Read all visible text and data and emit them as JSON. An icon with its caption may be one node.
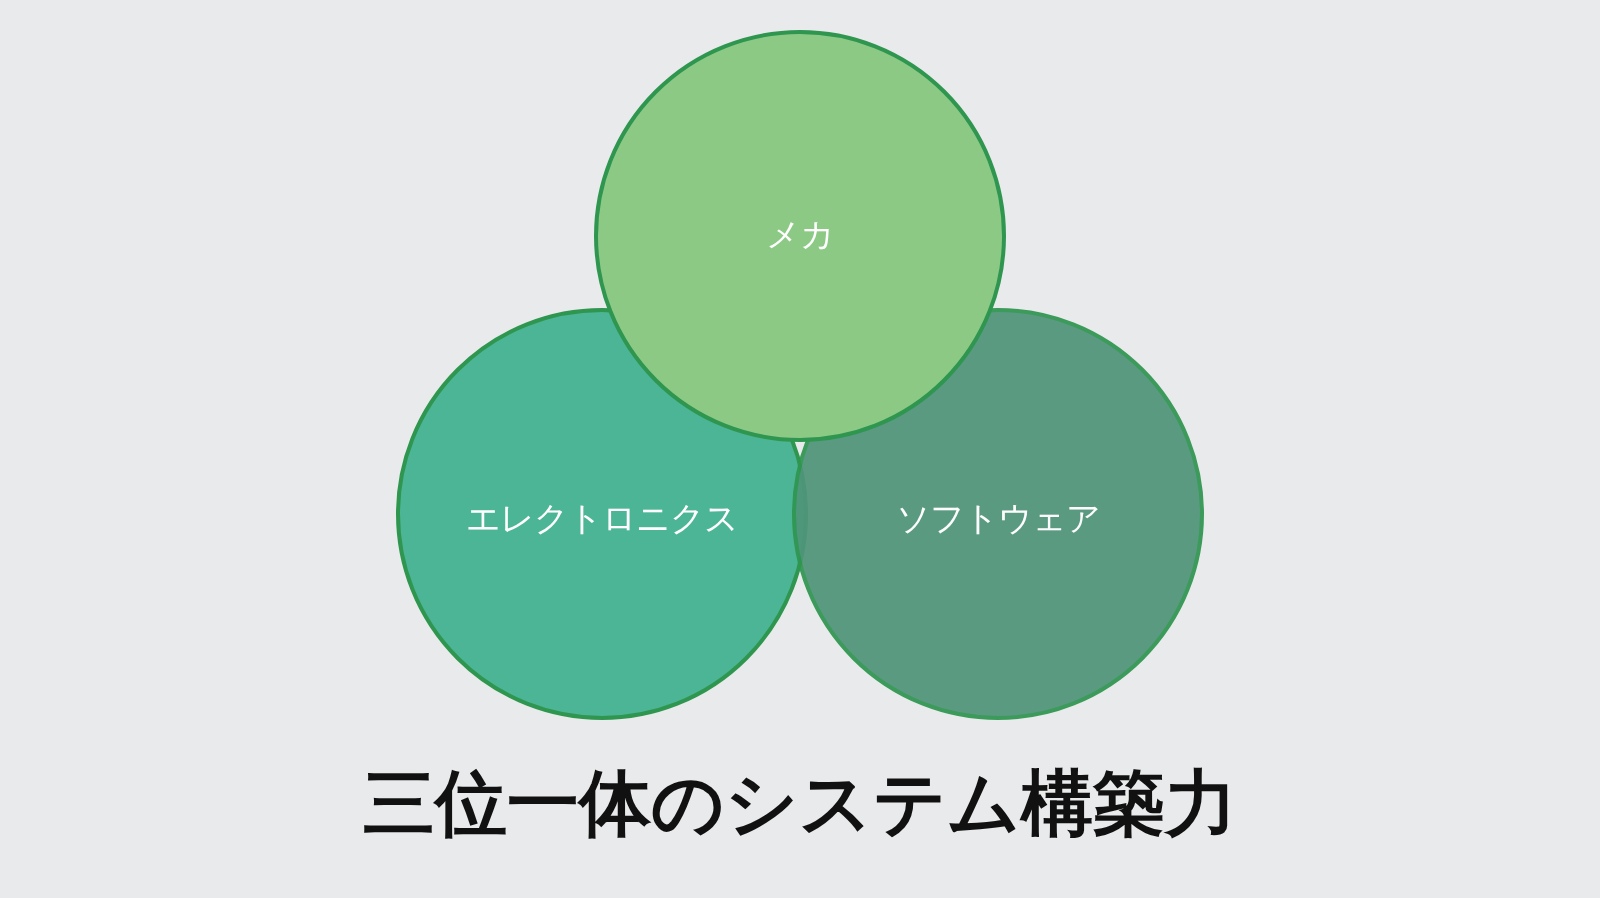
{
  "diagram": {
    "title": "三位一体のシステム構築力",
    "nodes": [
      {
        "text": [
          "メカ"
        ]
      },
      {
        "text": [
          "エレクトロニクス"
        ]
      },
      {
        "text": [
          "ソフトウェア"
        ]
      }
    ]
  }
}
